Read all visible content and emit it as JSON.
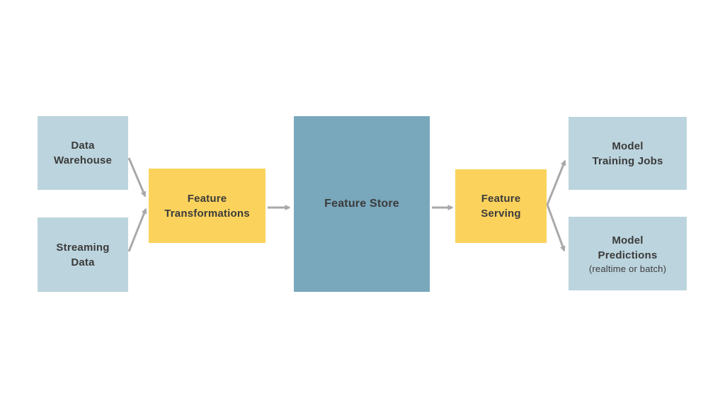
{
  "colors": {
    "background": "#ffffff",
    "box_blue": "#bcd4de",
    "box_yellow": "#fbd35c",
    "box_steel": "#79a7bc",
    "text": "#3b3b3b",
    "arrow": "#a9a9a9"
  },
  "diagram": {
    "type": "flowchart",
    "nodes": {
      "data_warehouse": {
        "lines": [
          "Data",
          "Warehouse"
        ],
        "color": "#bcd4de"
      },
      "streaming_data": {
        "lines": [
          "Streaming",
          "Data"
        ],
        "color": "#bcd4de"
      },
      "feature_transformations": {
        "lines": [
          "Feature",
          "Transformations"
        ],
        "color": "#fbd35c"
      },
      "feature_store": {
        "lines": [
          "Feature Store"
        ],
        "color": "#79a7bc"
      },
      "feature_serving": {
        "lines": [
          "Feature",
          "Serving"
        ],
        "color": "#fbd35c"
      },
      "model_training_jobs": {
        "lines": [
          "Model",
          "Training Jobs"
        ],
        "color": "#bcd4de"
      },
      "model_predictions": {
        "lines": [
          "Model",
          "Predictions"
        ],
        "sublabel": "(realtime or batch)",
        "color": "#bcd4de"
      }
    },
    "edges": [
      {
        "from": "data_warehouse",
        "to": "feature_transformations"
      },
      {
        "from": "streaming_data",
        "to": "feature_transformations"
      },
      {
        "from": "feature_transformations",
        "to": "feature_store"
      },
      {
        "from": "feature_store",
        "to": "feature_serving"
      },
      {
        "from": "feature_serving",
        "to": "model_training_jobs"
      },
      {
        "from": "feature_serving",
        "to": "model_predictions"
      }
    ]
  }
}
